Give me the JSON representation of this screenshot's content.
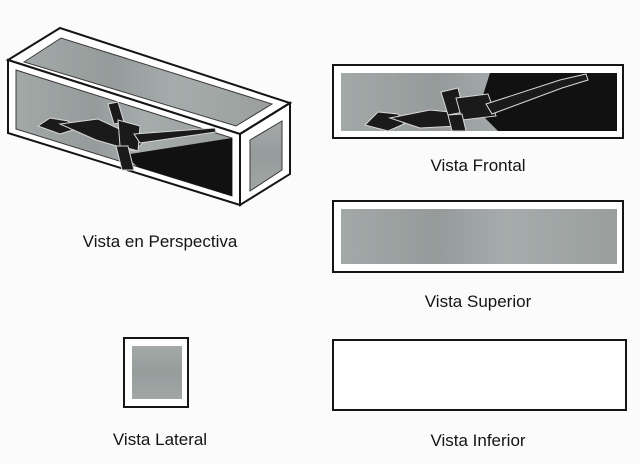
{
  "views": {
    "perspective": {
      "label": "Vista en Perspectiva"
    },
    "frontal": {
      "label": "Vista Frontal"
    },
    "superior": {
      "label": "Vista Superior"
    },
    "lateral": {
      "label": "Vista Lateral"
    },
    "inferior": {
      "label": "Vista Inferior"
    }
  },
  "colors": {
    "paper": "#fbfbfb",
    "outline": "#151515",
    "gray_fill": "#9aa09f",
    "gray_light": "#b2b7b6",
    "dark_panel": "#111111",
    "frame_white": "#ffffff"
  }
}
